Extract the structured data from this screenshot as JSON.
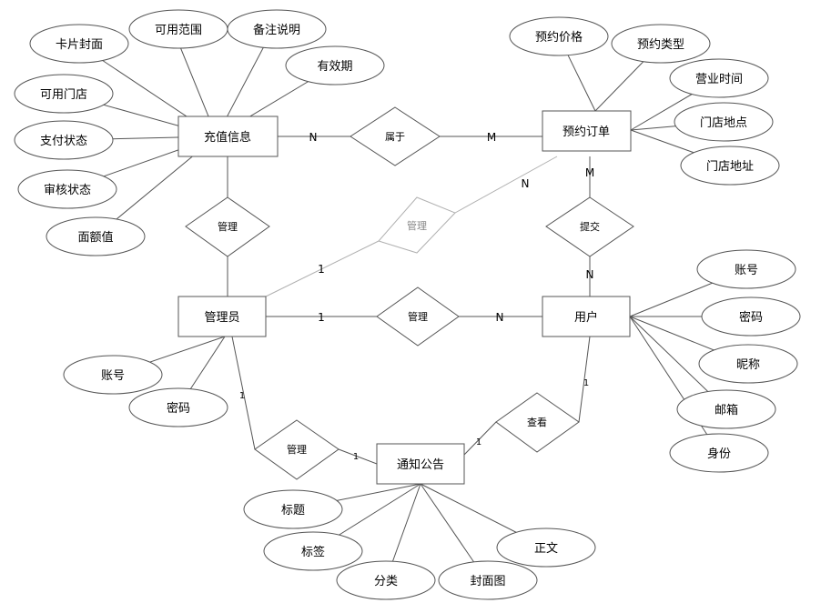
{
  "entities": {
    "recharge": "充值信息",
    "booking": "预约订单",
    "admin": "管理员",
    "user": "用户",
    "notice": "通知公告"
  },
  "relations": {
    "belongs": "属于",
    "manage_recharge": "管理",
    "manage_booking": "管理",
    "submit": "提交",
    "manage_user": "管理",
    "view": "查看",
    "manage_notice": "管理"
  },
  "attributes": {
    "recharge_card_cover": "卡片封面",
    "recharge_scope": "可用范围",
    "recharge_remark": "备注说明",
    "recharge_valid": "有效期",
    "recharge_store": "可用门店",
    "recharge_pay_status": "支付状态",
    "recharge_review_status": "审核状态",
    "recharge_face_value": "面额值",
    "booking_price": "预约价格",
    "booking_type": "预约类型",
    "booking_hours": "营业时间",
    "booking_location": "门店地点",
    "booking_address": "门店地址",
    "admin_account": "账号",
    "admin_password": "密码",
    "user_account": "账号",
    "user_password": "密码",
    "user_nickname": "昵称",
    "user_email": "邮箱",
    "user_identity": "身份",
    "notice_title": "标题",
    "notice_tag": "标签",
    "notice_category": "分类",
    "notice_cover": "封面图",
    "notice_body": "正文"
  },
  "cardinalities": {
    "recharge_belongs": "N",
    "belongs_booking": "M",
    "booking_submit": "M",
    "submit_user": "N",
    "admin_manage_user": "1",
    "manage_user_user": "N",
    "admin_manage_booking": "1",
    "manage_booking_booking": "N",
    "admin_manage_notice": "1",
    "manage_notice_notice": "1",
    "notice_view": "1",
    "view_user": "1"
  },
  "colors": {
    "stroke": "#555555",
    "faded_stroke": "#b0b0b0",
    "text": "#000000",
    "fill": "#ffffff"
  }
}
